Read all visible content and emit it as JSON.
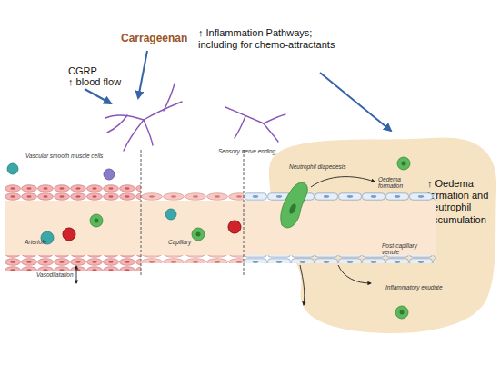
{
  "diagram": {
    "nodes": [
      {
        "text": [
          "Arteriole"
        ]
      },
      {
        "text": [
          "Capillary"
        ]
      },
      {
        "text": [
          "Post-capillary venule"
        ]
      },
      {
        "text": [
          "Oedema formation",
          "Inflammatory exudate",
          "↑ Oedema formation and neutrophil accumulation"
        ]
      }
    ],
    "labels": [
      "Carrageenan",
      "CGRP",
      "↑ blood flow",
      "↑ Inflammation Pathways; including for chemo-attractants",
      "Vascular smooth muscle cells",
      "Sensory nerve ending",
      "Neutrophil diapedesis",
      "Vasodilatation"
    ]
  }
}
